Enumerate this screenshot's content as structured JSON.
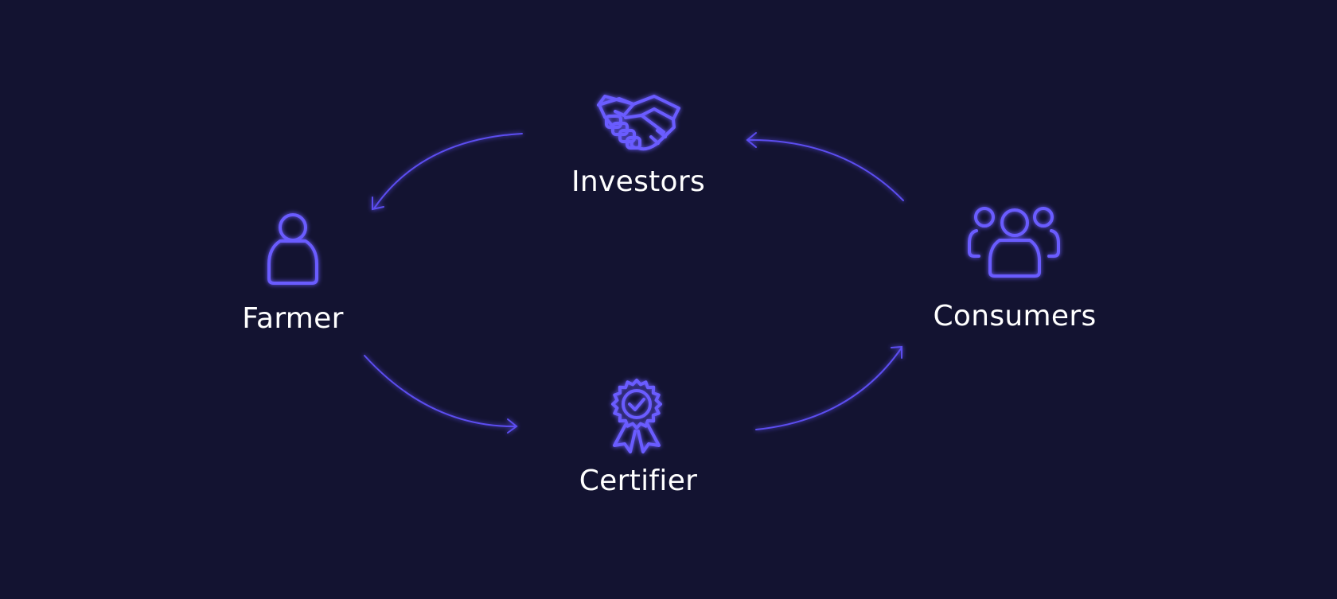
{
  "colors": {
    "background": "#131331",
    "accent": "#6a5cff",
    "arrow": "#5c4df0",
    "text": "#ffffff"
  },
  "nodes": {
    "investors": {
      "label": "Investors",
      "icon": "handshake-icon"
    },
    "farmer": {
      "label": "Farmer",
      "icon": "person-icon"
    },
    "consumers": {
      "label": "Consumers",
      "icon": "group-icon"
    },
    "certifier": {
      "label": "Certifier",
      "icon": "award-ribbon-icon"
    }
  },
  "flows": [
    {
      "from": "Investors",
      "to": "Farmer"
    },
    {
      "from": "Farmer",
      "to": "Certifier"
    },
    {
      "from": "Certifier",
      "to": "Consumers"
    },
    {
      "from": "Consumers",
      "to": "Investors"
    }
  ]
}
